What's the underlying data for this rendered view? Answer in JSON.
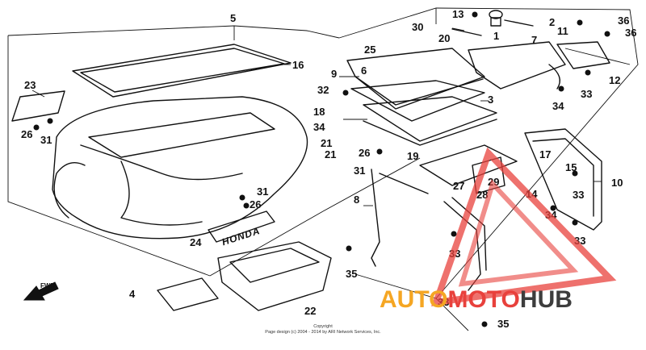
{
  "diagram": {
    "part_numbers": [
      "1",
      "2",
      "3",
      "4",
      "5",
      "6",
      "7",
      "8",
      "9",
      "10",
      "11",
      "12",
      "13",
      "14",
      "15",
      "16",
      "17",
      "20",
      "21",
      "21",
      "22",
      "23",
      "24",
      "25",
      "26",
      "26",
      "26",
      "27",
      "28",
      "29",
      "30",
      "31",
      "31",
      "31",
      "32",
      "33",
      "33",
      "33",
      "33",
      "33",
      "34",
      "34",
      "34",
      "35",
      "35",
      "36",
      "36",
      "18",
      "19"
    ],
    "logo_text": "HONDA",
    "fwd_label": "FWD",
    "copyright_line1": "Copyright",
    "copyright_line2": "Page design (c) 2004 - 2014 by ARI Network Services, Inc."
  },
  "watermark": {
    "text_orange": "AUTO",
    "text_red": "MOTO",
    "text_gray": "HUB",
    "color_orange": "#f5a623",
    "color_red": "#e8413c",
    "color_gray": "#3d3d3d"
  }
}
